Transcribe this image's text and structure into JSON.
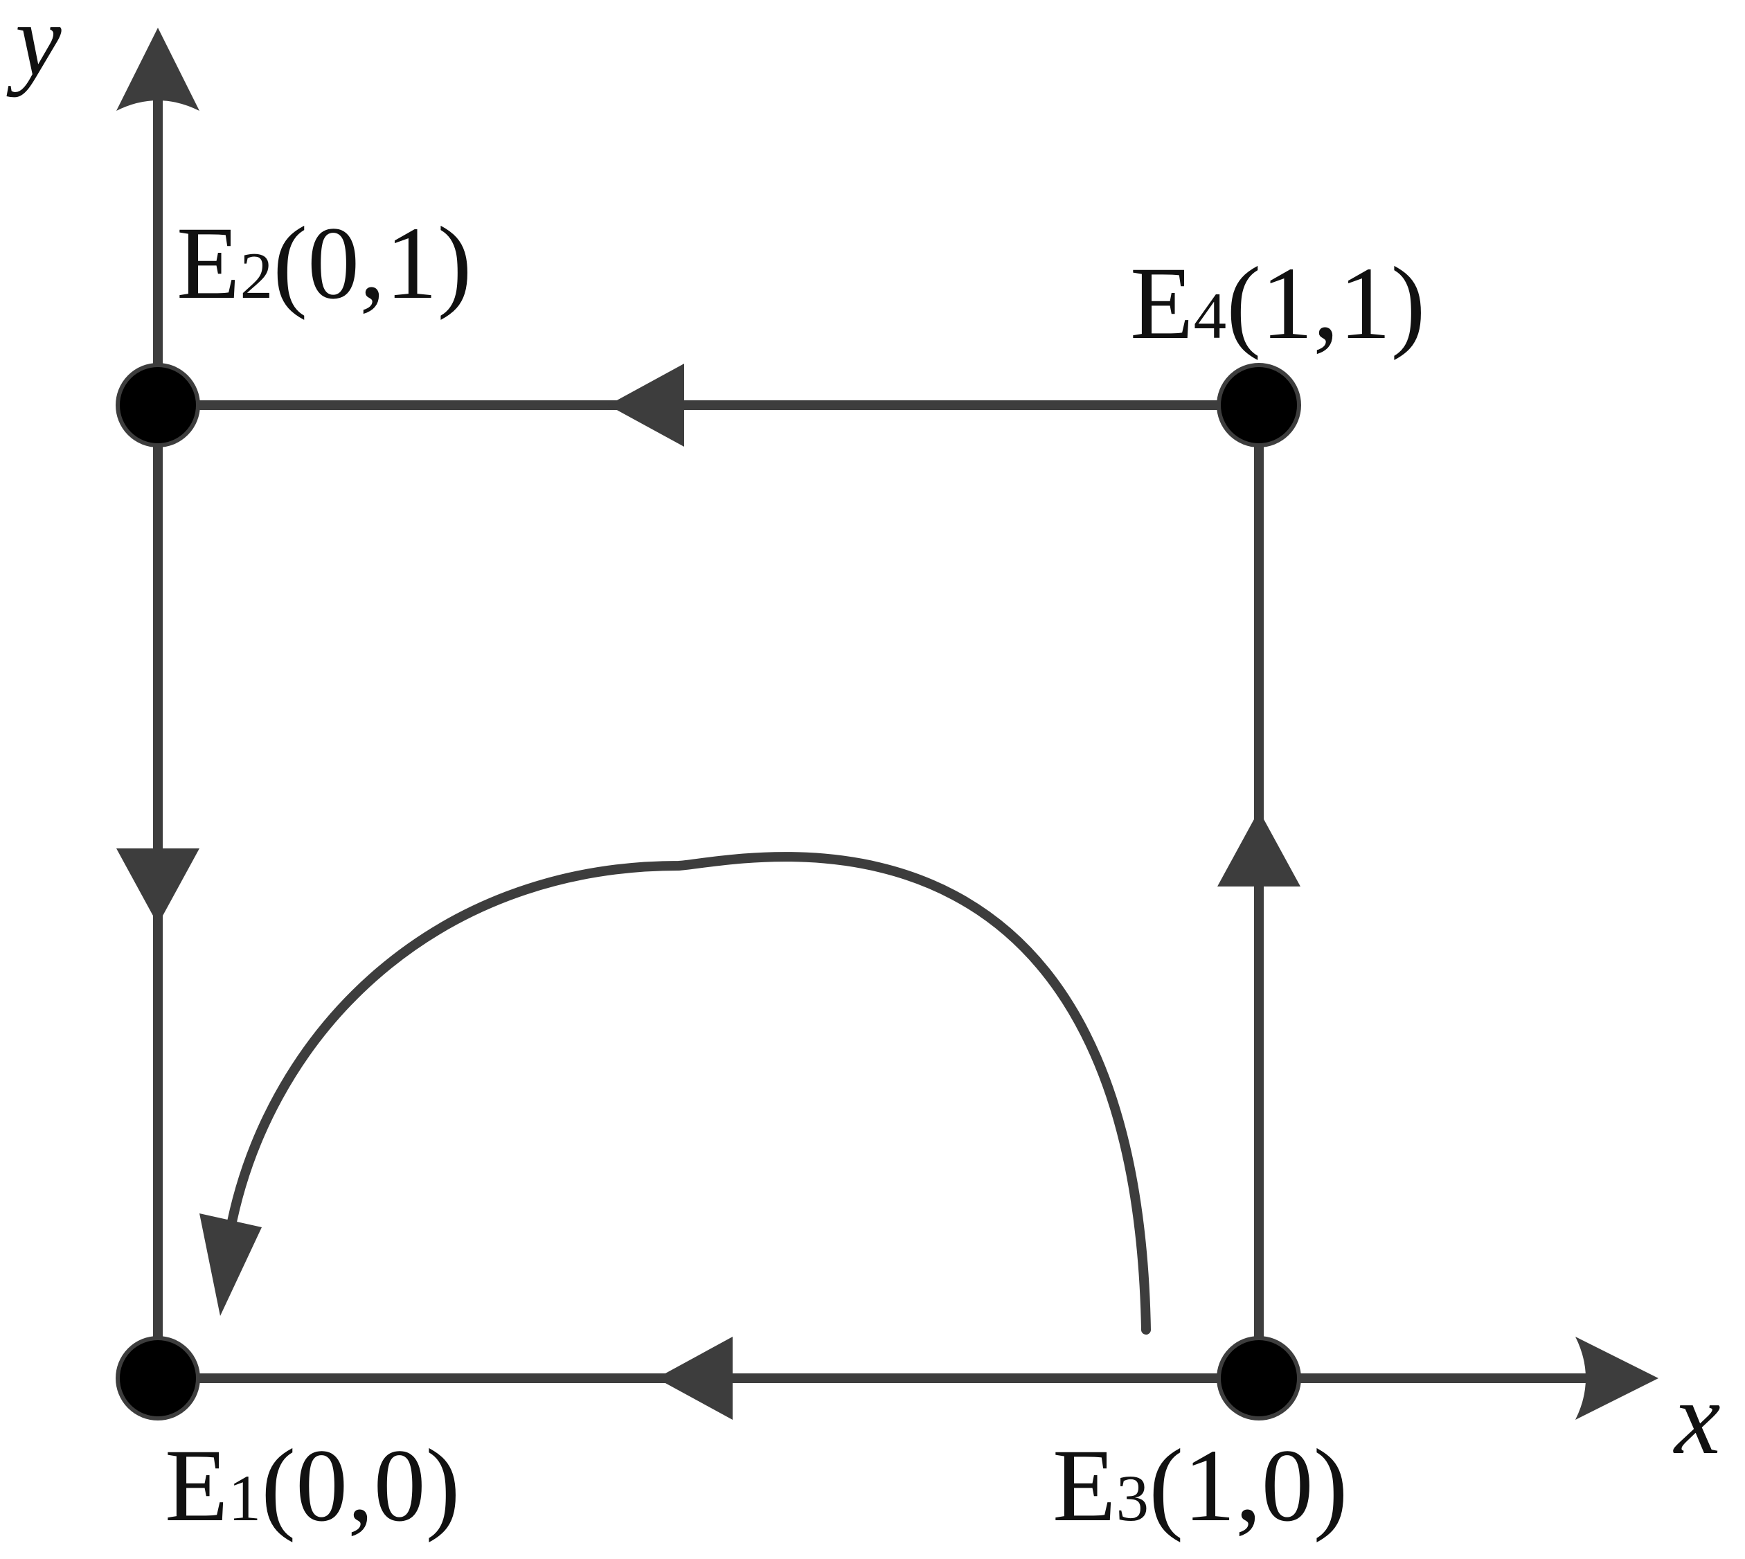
{
  "axes": {
    "x_label": "x",
    "y_label": "y"
  },
  "points": [
    {
      "id": "E1",
      "letter": "E",
      "sub": "1",
      "coords": "(0,0)"
    },
    {
      "id": "E2",
      "letter": "E",
      "sub": "2",
      "coords": "(0,1)"
    },
    {
      "id": "E3",
      "letter": "E",
      "sub": "3",
      "coords": "(1,0)"
    },
    {
      "id": "E4",
      "letter": "E",
      "sub": "4",
      "coords": "(1,1)"
    }
  ],
  "colors": {
    "line": "#3d3d3d",
    "point": "#000000"
  }
}
